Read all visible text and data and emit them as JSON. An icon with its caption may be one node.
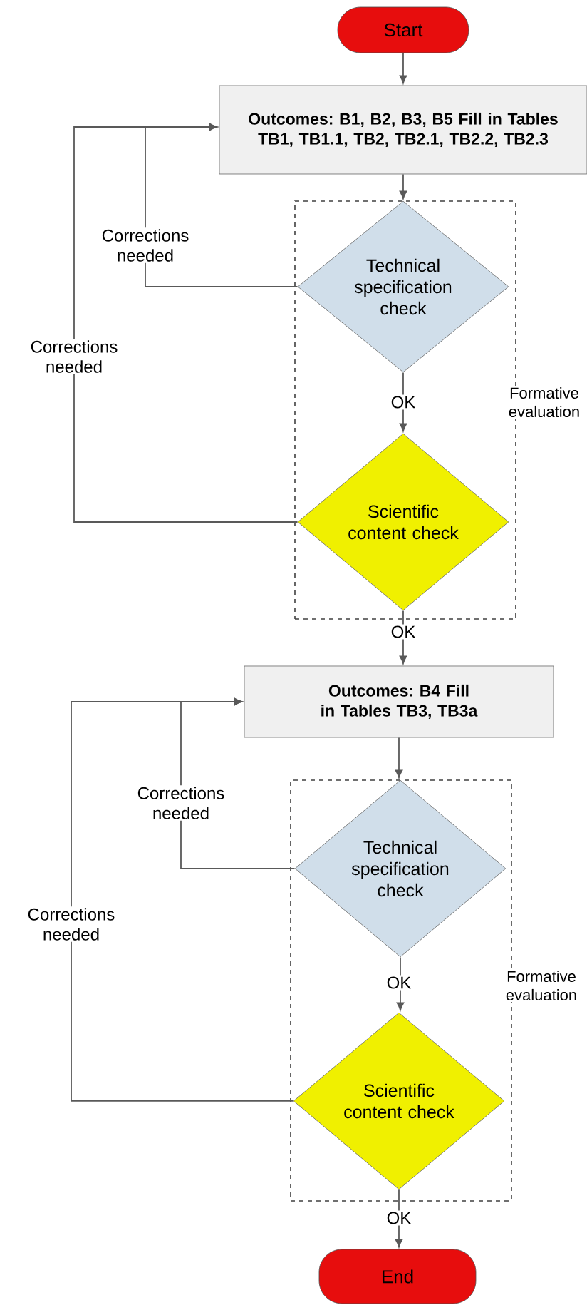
{
  "diagram": {
    "nodes": [
      {
        "text": [
          "Start"
        ]
      },
      {
        "text": [
          "Outcomes: B1, B2, B3, B5 Fill in Tables TB1, TB1.1, TB2, TB2.1, TB2.2, TB2.3"
        ]
      },
      {
        "text": [
          "Formative evaluation"
        ]
      },
      {
        "text": [
          "Technical specification check"
        ],
        "in": 2
      },
      {
        "text": [
          "Scientific content check"
        ],
        "in": 2
      },
      {
        "text": [
          "Outcomes: B4 Fill in Tables TB3, TB3a"
        ]
      },
      {
        "text": [
          "Formative evaluation"
        ]
      },
      {
        "text": [
          "Technical specification check"
        ],
        "in": 6
      },
      {
        "text": [
          "Scientific content check"
        ],
        "in": 6
      },
      {
        "text": [
          "End"
        ]
      }
    ],
    "edges": [
      {
        "from": 0,
        "to": 1,
        "arrow": "to"
      },
      {
        "from": 1,
        "to": 3,
        "arrow": "to"
      },
      {
        "from": 3,
        "to": 4,
        "label": "OK",
        "arrow": "to"
      },
      {
        "from": 3,
        "to": 1,
        "label": "Corrections needed",
        "arrow": "to"
      },
      {
        "from": 4,
        "to": 1,
        "label": "Corrections needed",
        "arrow": "to"
      },
      {
        "from": 4,
        "to": 5,
        "label": "OK",
        "arrow": "to"
      },
      {
        "from": 5,
        "to": 7,
        "arrow": "to"
      },
      {
        "from": 7,
        "to": 8,
        "label": "OK",
        "arrow": "to"
      },
      {
        "from": 7,
        "to": 5,
        "label": "Corrections needed",
        "arrow": "to"
      },
      {
        "from": 8,
        "to": 5,
        "label": "Corrections needed",
        "arrow": "to"
      },
      {
        "from": 8,
        "to": 9,
        "label": "OK",
        "arrow": "to"
      }
    ]
  }
}
